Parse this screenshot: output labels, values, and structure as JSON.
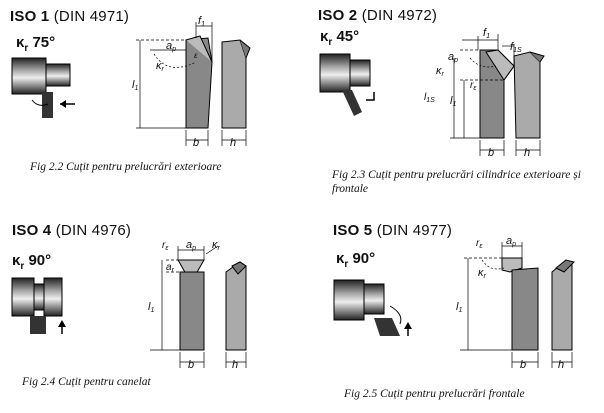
{
  "panels": [
    {
      "iso_label": "ISO 1",
      "din_label": "(DIN 4971)",
      "kr_symbol": "κ",
      "kr_sub": "r",
      "kr_angle": "75°",
      "caption": "Fig 2.2 Cuțit pentru prelucrări exterioare",
      "dims": {
        "f": "f",
        "f_sub": "1",
        "ap": "a",
        "ap_sub": "p",
        "kr": "κ",
        "kr_sub": "r",
        "l": "l",
        "l_sub": "1",
        "e": "ε",
        "b": "b",
        "h": "h"
      }
    },
    {
      "iso_label": "ISO 2",
      "din_label": "(DIN 4972)",
      "kr_symbol": "κ",
      "kr_sub": "r",
      "kr_angle": "45°",
      "caption": "Fig 2.3 Cuțit pentru prelucrări cilindrice exterioare și frontale",
      "dims": {
        "f": "f",
        "f_sub": "1",
        "f1s": "f",
        "f1s_sub": "1S",
        "ap": "a",
        "ap_sub": "p",
        "kr": "κ",
        "kr_sub": "r",
        "re": "r",
        "re_sub": "ε",
        "l1s": "l",
        "l1s_sub": "1S",
        "l": "l",
        "l_sub": "1",
        "b": "b",
        "h": "h"
      }
    },
    {
      "iso_label": "ISO 4",
      "din_label": "(DIN 4976)",
      "kr_symbol": "κ",
      "kr_sub": "r",
      "kr_angle": "90°",
      "caption": "Fig 2.4 Cuțit pentru canelat",
      "dims": {
        "re": "r",
        "re_sub": "ε",
        "ap": "a",
        "ap_sub": "p",
        "kr": "κ",
        "kr_sub": "r",
        "ar": "a",
        "ar_sub": "r",
        "l": "l",
        "l_sub": "1",
        "b": "b",
        "h": "h"
      }
    },
    {
      "iso_label": "ISO 5",
      "din_label": "(DIN 4977)",
      "kr_symbol": "κ",
      "kr_sub": "r",
      "kr_angle": "90°",
      "caption": "Fig 2.5 Cuțit pentru prelucrări frontale",
      "dims": {
        "re": "r",
        "re_sub": "ε",
        "ap": "a",
        "ap_sub": "p",
        "kr": "κ",
        "kr_sub": "r",
        "l": "l",
        "l_sub": "1",
        "b": "b",
        "h": "h"
      }
    }
  ]
}
